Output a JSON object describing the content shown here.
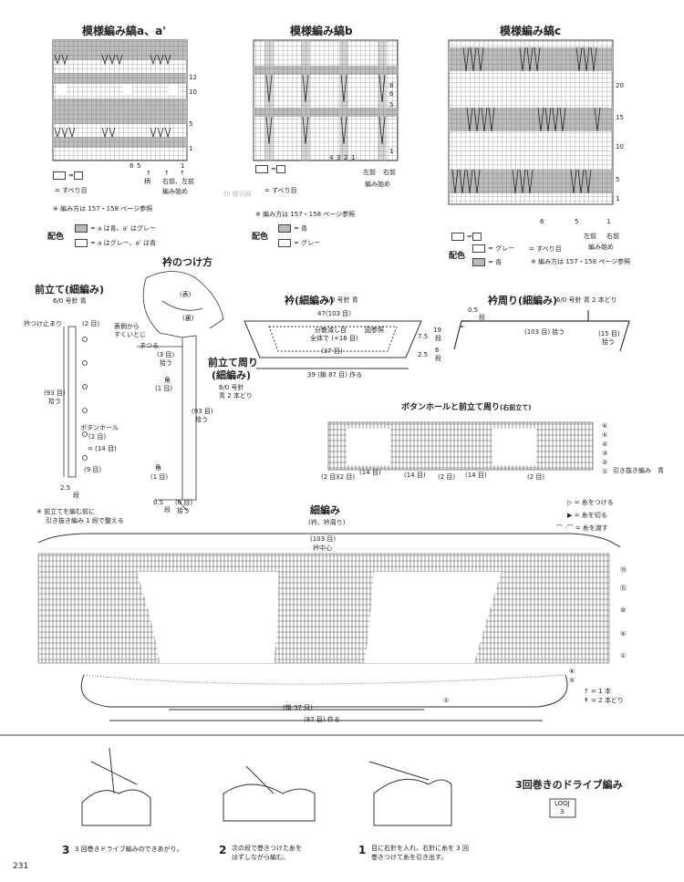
{
  "charts": {
    "a": {
      "title": "模様編み縞a、a'",
      "row_numbers": [
        "12",
        "10",
        "5",
        "1"
      ],
      "col_numbers": [
        "6",
        "5",
        "1"
      ],
      "foot_labels": [
        "↑",
        "↑",
        "↑"
      ],
      "foot_text": [
        "柄",
        "右前、左前"
      ],
      "start": "編み始め"
    },
    "b": {
      "title": "模様編み縞b",
      "row_numbers": [
        "8",
        "6",
        "5",
        "1"
      ],
      "col_numbers": [
        "4",
        "3",
        "2",
        "1"
      ],
      "foot_text": [
        "左前",
        "右前"
      ],
      "start": "編み始め"
    },
    "c": {
      "title": "模様編み縞c",
      "row_numbers": [
        "20",
        "15",
        "10",
        "5",
        "1"
      ],
      "col_numbers": [
        "6",
        "5",
        "1"
      ],
      "foot_text": [
        "左前",
        "右前"
      ],
      "start": "編み始め"
    }
  },
  "legend_a": {
    "box_text": "=",
    "box_num": "1",
    "sberi": "= すべり目",
    "ref": "※ 編み方は 157・158 ページ参照",
    "haishoku": "配色",
    "c1": "= a は青、a' はグレー",
    "c2": "= a はグレー、a' は青"
  },
  "legend_b": {
    "box_text": "=",
    "box_num": "1",
    "sberi": "= すべり目",
    "ref": "※ 編み方は 157・158 ページ参照",
    "haishoku": "配色",
    "c1": "= 青",
    "c2": "= グレー"
  },
  "legend_c": {
    "box_text": "=",
    "box_num": "1",
    "haishoku": "配色",
    "c1": "= グレー",
    "c2": "= 青",
    "sberi": "= すべり目",
    "ref": "※ 編み方は 157・158 ページ参照"
  },
  "section_collar_attach": {
    "title": "衿のつけ方",
    "omote": "(表)",
    "ura": "(裏)",
    "l1": "表側から",
    "l2": "すくいとじ",
    "matsuri": "まつる",
    "me3": "(3 目)",
    "hiro": "拾う",
    "kado": "角",
    "me1": "(1 目)",
    "front_title": "前立て周り",
    "front_sub": "(細編み)",
    "hook": "6/0 号針",
    "ao2": "青 2 本どり",
    "me93": "(93 目)",
    "hiro2": "拾う",
    "kado2": "角",
    "me1b": "(1 目)",
    "dim05": "0.5",
    "dim25": "2.5",
    "dan": "段",
    "me6": "(6 目)",
    "hiro3": "拾う"
  },
  "section_front": {
    "title": "前立て",
    "sub": "(細編み)",
    "hook": "6/0 号針 青",
    "erituke": "衿つけ止まり",
    "me2": "(2 目)",
    "me93": "(93 目)",
    "hiro": "拾う",
    "button": "ボタンホール",
    "bme2": "(2 目)",
    "me14": "= (14 目)",
    "me9": "(9 目)",
    "dim25": "2.5",
    "dan": "段",
    "note1": "※ 前立てを編む前に",
    "note2": "引き抜き編み 1 段で整える"
  },
  "section_collar": {
    "title": "衿",
    "sub": "(細編み)",
    "hook": "6/0 号針 青",
    "width": "47(103 目)",
    "dist1": "分散減し目",
    "dist2": "全体で (+16 目)",
    "zu": "図参照",
    "me37": "(37 目)",
    "dim75": "7.5",
    "dan19": "19",
    "dan19u": "段",
    "dim25": "2.5",
    "dan6": "6",
    "dan6u": "段",
    "bottom": "39 (鎖 87 目) 作る"
  },
  "section_collar_edge": {
    "title": "衿周り",
    "sub": "(細編み)",
    "hook": "6/0 号針 青 2 本どり",
    "dim05": "0.5",
    "dan": "段",
    "me103": "(103 目) 拾う",
    "me15": "(15 目)",
    "hiro": "拾う"
  },
  "section_buttonhole": {
    "title": "ボタンホールと前立て周り",
    "sub": "(右前立て)",
    "me2a": "(2 目)",
    "me2b": "(2 目)",
    "me14a": "(14 目)",
    "me14b": "(14 目)",
    "me2c": "(2 目)",
    "me14c": "(14 目)",
    "me2d": "(2 目)",
    "rows": [
      "⑥",
      "⑤",
      "④",
      "③",
      "②",
      "①"
    ],
    "hikinuki": "引き抜き編み　青"
  },
  "symbols_legend": {
    "l1": "▷ = 糸をつける",
    "l2": "▶ = 糸を切る",
    "l3": "= 糸を渡す"
  },
  "section_sc": {
    "title": "細編み",
    "sub": "(衿、衿周り)",
    "me103": "(103 目)",
    "center": "衿中心",
    "rows": [
      "⑲",
      "⑮",
      "⑩",
      "⑤",
      "①"
    ],
    "side_rows": [
      "⑥",
      "⑤",
      "①"
    ],
    "chain37": "(鎖 37 目)",
    "chain87": "(87 目) 作る",
    "legend1": "= 1 本",
    "legend2": "= 2 本どり"
  },
  "drive": {
    "title": "3回巻きのドライブ編み",
    "box1": "LOOJ",
    "box2": "3",
    "s3n": "3",
    "s3": "3 回巻きドライブ編みのできあがり。",
    "s2n": "2",
    "s2a": "次の段で巻きつけた糸を",
    "s2b": "はずしながら編む。",
    "s1n": "1",
    "s1a": "目に右針を入れ、右針に糸を 3 回",
    "s1b": "巻きつけて糸を引き出す。"
  },
  "watermark": "DI 蝶讯网",
  "page_number": "231"
}
